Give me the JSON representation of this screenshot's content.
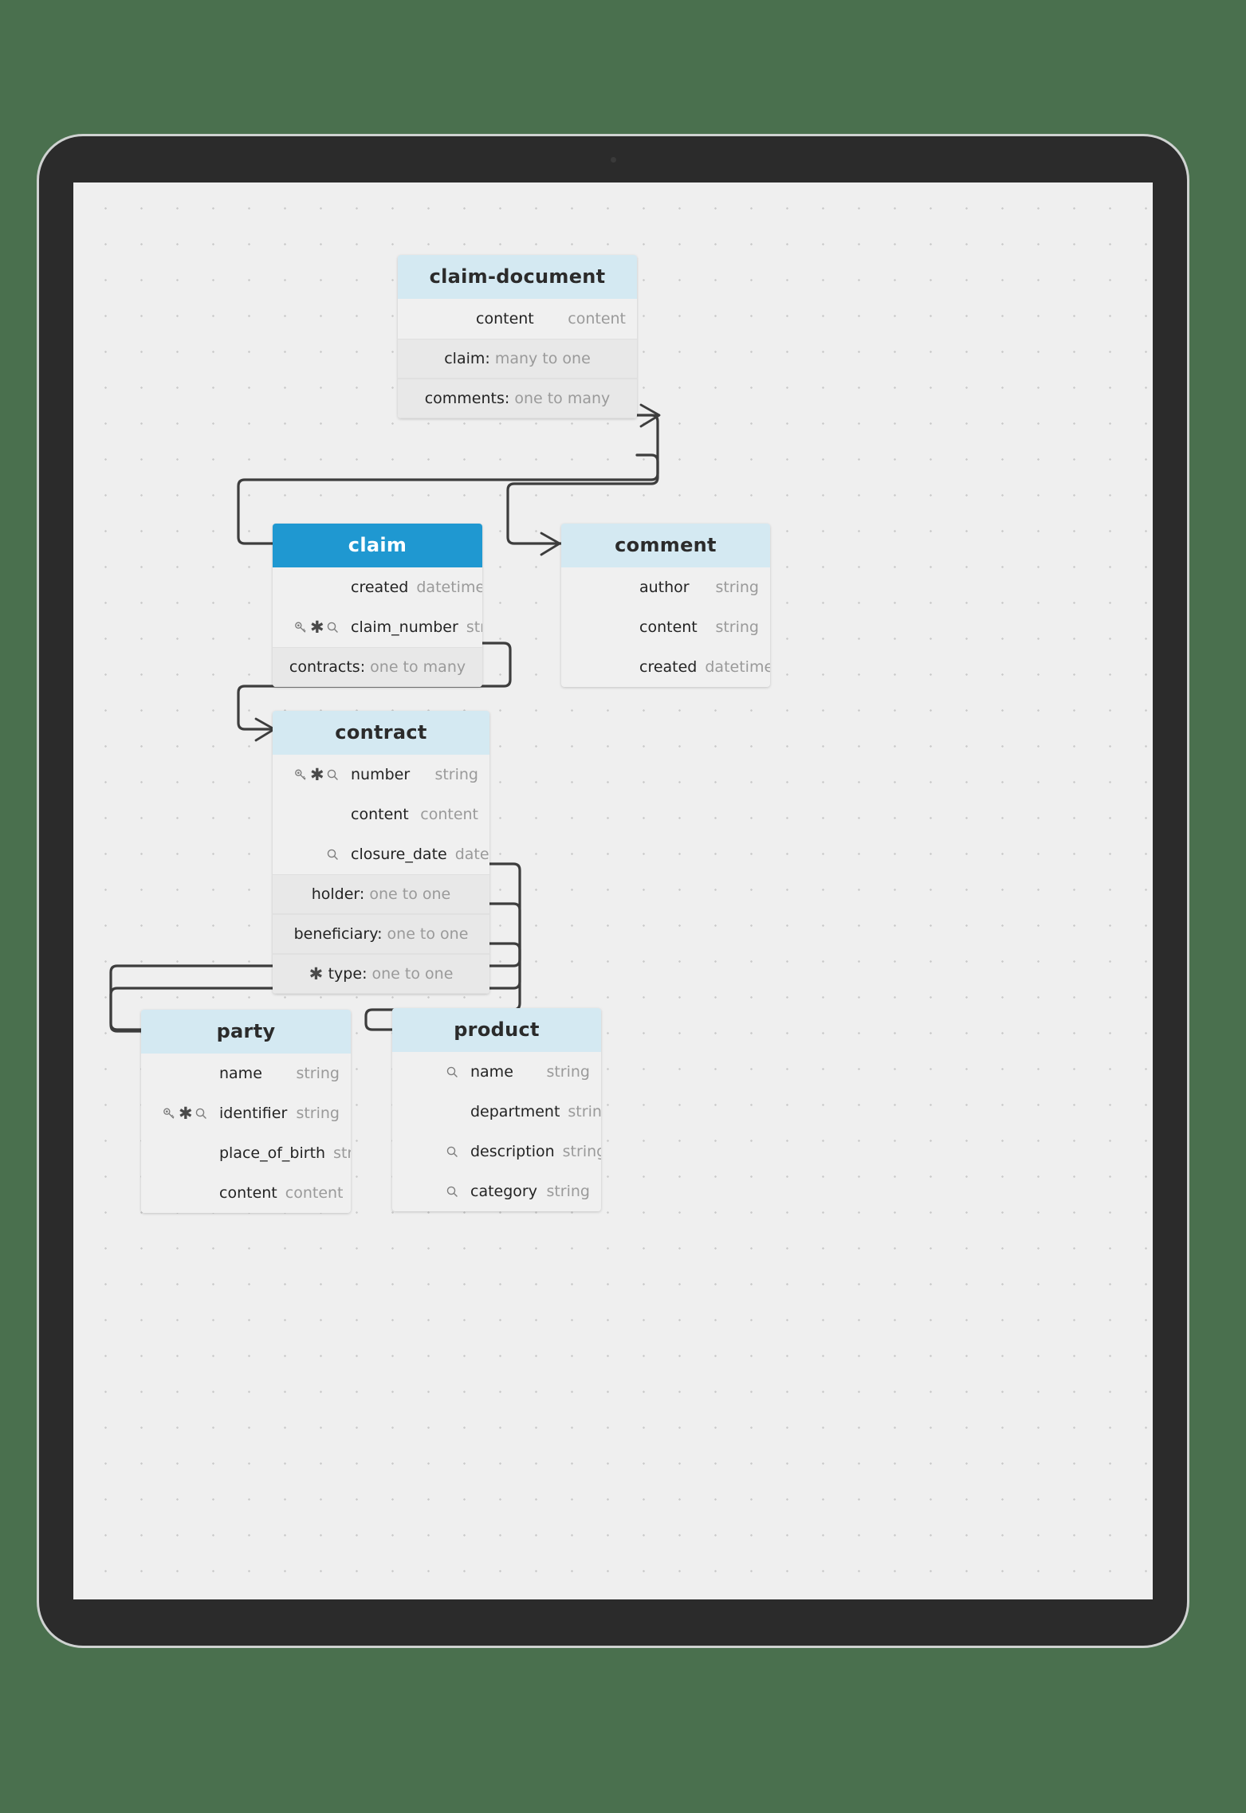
{
  "background_color": "#4a704e",
  "canvas": {
    "background": "#efefef",
    "grid": "dot-grid"
  },
  "theme": {
    "header_color": "#d4e9f2",
    "selected_header_color": "#1f98d1",
    "row_color": "#f0f0f0",
    "relation_row_color": "#e8e8e8",
    "type_text_color": "#9a9a9a"
  },
  "entities": [
    {
      "id": "claim-document",
      "title": "claim-document",
      "selected": false,
      "fields": [
        {
          "icons": [],
          "name": "content",
          "type": "content"
        }
      ],
      "relations": [
        {
          "icons": [],
          "name": "claim",
          "cardinality": "many to one"
        },
        {
          "icons": [],
          "name": "comments",
          "cardinality": "one to many"
        }
      ]
    },
    {
      "id": "claim",
      "title": "claim",
      "selected": true,
      "fields": [
        {
          "icons": [],
          "name": "created",
          "type": "datetime"
        },
        {
          "icons": [
            "key-icon",
            "asterisk-icon",
            "search-icon"
          ],
          "name": "claim_number",
          "type": "string"
        }
      ],
      "relations": [
        {
          "icons": [],
          "name": "contracts",
          "cardinality": "one to many"
        }
      ]
    },
    {
      "id": "comment",
      "title": "comment",
      "selected": false,
      "fields": [
        {
          "icons": [],
          "name": "author",
          "type": "string"
        },
        {
          "icons": [],
          "name": "content",
          "type": "string"
        },
        {
          "icons": [],
          "name": "created",
          "type": "datetime"
        }
      ],
      "relations": []
    },
    {
      "id": "contract",
      "title": "contract",
      "selected": false,
      "fields": [
        {
          "icons": [
            "key-icon",
            "asterisk-icon",
            "search-icon"
          ],
          "name": "number",
          "type": "string"
        },
        {
          "icons": [],
          "name": "content",
          "type": "content"
        },
        {
          "icons": [
            "search-icon"
          ],
          "name": "closure_date",
          "type": "datetime"
        }
      ],
      "relations": [
        {
          "icons": [],
          "name": "holder",
          "cardinality": "one to one"
        },
        {
          "icons": [],
          "name": "beneficiary",
          "cardinality": "one to one"
        },
        {
          "icons": [
            "asterisk-icon"
          ],
          "name": "type",
          "cardinality": "one to one"
        }
      ]
    },
    {
      "id": "party",
      "title": "party",
      "selected": false,
      "fields": [
        {
          "icons": [],
          "name": "name",
          "type": "string"
        },
        {
          "icons": [
            "key-icon",
            "asterisk-icon",
            "search-icon"
          ],
          "name": "identifier",
          "type": "string"
        },
        {
          "icons": [],
          "name": "place_of_birth",
          "type": "string"
        },
        {
          "icons": [],
          "name": "content",
          "type": "content"
        }
      ],
      "relations": []
    },
    {
      "id": "product",
      "title": "product",
      "selected": false,
      "fields": [
        {
          "icons": [
            "search-icon"
          ],
          "name": "name",
          "type": "string"
        },
        {
          "icons": [],
          "name": "department",
          "type": "string"
        },
        {
          "icons": [
            "search-icon"
          ],
          "name": "description",
          "type": "string"
        },
        {
          "icons": [
            "search-icon"
          ],
          "name": "category",
          "type": "string"
        }
      ],
      "relations": []
    }
  ],
  "connections": [
    {
      "from": "claim-document.claim",
      "to": "claim",
      "marker": "crows-foot"
    },
    {
      "from": "claim-document.comments",
      "to": "comment",
      "marker": "crows-foot"
    },
    {
      "from": "claim.contracts",
      "to": "contract",
      "marker": "crows-foot"
    },
    {
      "from": "contract.holder",
      "to": "party",
      "marker": "line"
    },
    {
      "from": "contract.beneficiary",
      "to": "party",
      "marker": "line"
    },
    {
      "from": "contract.type",
      "to": "product",
      "marker": "line"
    }
  ]
}
